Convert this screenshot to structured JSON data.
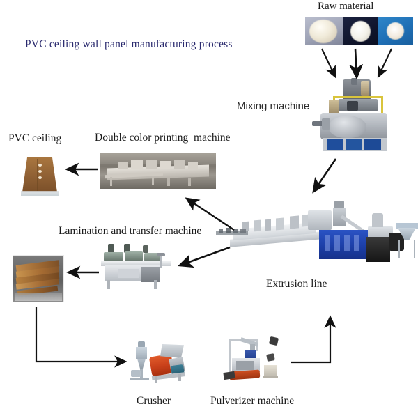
{
  "title": {
    "text": "PVC ceiling wall panel manufacturing process",
    "color": "#2a2a6e"
  },
  "diagram": {
    "type": "process-flow",
    "orientation": "clockwise-serpentine",
    "background": "#ffffff",
    "arrow_color": "#111111"
  },
  "stages": [
    {
      "id": "raw-material",
      "label": "Raw material",
      "label_font": "serif",
      "order": 1,
      "image": "three-swatch-strip",
      "swatches": [
        {
          "background": "#a6abbd",
          "sample": "#efe9dc",
          "sample_name": "pvc-resin-lump"
        },
        {
          "background": "#141a35",
          "sample": "#f3f1ea",
          "sample_name": "white-powder"
        },
        {
          "background": "#2478be",
          "sample": "#f0ece0",
          "sample_name": "granules"
        }
      ]
    },
    {
      "id": "mixing-machine",
      "label": "Mixing machine",
      "label_font": "sans",
      "order": 2,
      "image": "high-speed-mixer",
      "colors": {
        "body": "#b8bcc2",
        "base": "#1f4e9c",
        "rail": "#d8c33a"
      }
    },
    {
      "id": "extrusion-line",
      "label": "Extrusion line",
      "label_font": "serif",
      "order": 3,
      "image": "extrusion-line",
      "colors": {
        "cabinet": "#1c3fa8",
        "frame": "#cdd2d8",
        "motor": "#2a2a2a"
      }
    },
    {
      "id": "lamination-transfer-machine",
      "label": "Lamination and transfer machine",
      "label_font": "serif",
      "order": 4,
      "image": "lamination-transfer-machine",
      "colors": {
        "body": "#d9dce0",
        "rollers": "#5d6b63"
      }
    },
    {
      "id": "laminated-panels",
      "label": "",
      "order": 5,
      "image": "wood-grain-panel-stack",
      "colors": {
        "wood": "#9a6530",
        "wood_light": "#c89358",
        "bg": "#6f6f6f"
      }
    },
    {
      "id": "double-color-printing-machine",
      "label": "Double color printing  machine",
      "label_font": "serif",
      "order": 6,
      "image": "printing-line",
      "colors": {
        "bg": "#8d8880",
        "machine": "#ded9d2"
      }
    },
    {
      "id": "pvc-ceiling",
      "label": "PVC ceiling",
      "label_font": "serif",
      "order": 7,
      "image": "pvc-ceiling-panel",
      "colors": {
        "panel": "#9a6a3c",
        "panel_light": "#b98c55"
      }
    },
    {
      "id": "crusher",
      "label": "Crusher",
      "label_font": "serif",
      "order": 8,
      "image": "crusher",
      "colors": {
        "body": "#d4481f",
        "hopper": "#b9bec4",
        "motor": "#2f6f86"
      }
    },
    {
      "id": "pulverizer-machine",
      "label": "Pulverizer machine",
      "label_font": "serif",
      "order": 9,
      "image": "pulverizer",
      "colors": {
        "frame": "#cfd3d8",
        "body": "#c3441d",
        "bin": "#2f4fa0"
      }
    }
  ],
  "connections": [
    {
      "from": "raw-material",
      "to": "mixing-machine",
      "style": "arrow",
      "count": 3
    },
    {
      "from": "mixing-machine",
      "to": "extrusion-line",
      "style": "arrow"
    },
    {
      "from": "extrusion-line",
      "to": "double-color-printing-machine",
      "style": "arrow"
    },
    {
      "from": "extrusion-line",
      "to": "lamination-transfer-machine",
      "style": "arrow"
    },
    {
      "from": "lamination-transfer-machine",
      "to": "laminated-panels",
      "style": "arrow"
    },
    {
      "from": "double-color-printing-machine",
      "to": "pvc-ceiling",
      "style": "arrow"
    },
    {
      "from": "laminated-panels",
      "to": "crusher",
      "style": "elbow-arrow"
    },
    {
      "from": "pulverizer-machine",
      "to": "extrusion-line",
      "style": "elbow-arrow"
    }
  ]
}
